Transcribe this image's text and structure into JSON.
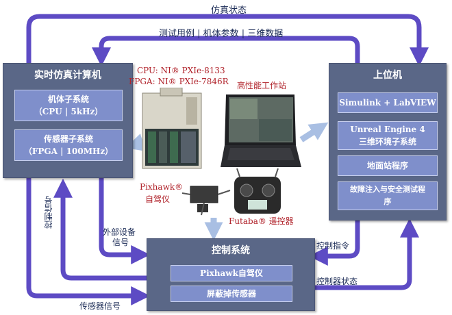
{
  "top_labels": {
    "sim_state": "仿真状态",
    "test_params": "测试用例 | 机体参数 | 三维数据"
  },
  "realtime": {
    "title": "实时仿真计算机",
    "body_sub": [
      "机体子系统",
      "（CPU | 5kHz）"
    ],
    "sensor_sub": [
      "传感器子系统",
      "（FPGA | 100MHz）"
    ]
  },
  "host": {
    "title": "上位机",
    "items": [
      "Simulink + LabVIEW",
      "Unreal Engine 4",
      "三维环境子系统",
      "地面站程序",
      "故障注入与安全测试程",
      "序"
    ]
  },
  "control": {
    "title": "控制系统",
    "items": [
      "Pixhawk自驾仪",
      "屏蔽掉传感器"
    ]
  },
  "hardware": {
    "cpu": "CPU: NI® PXIe-8133",
    "fpga": "FPGA: NI® PXIe-7846R",
    "workstation": "高性能工作站",
    "pixhawk_1": "Pixhawk®",
    "pixhawk_2": "自驾仪",
    "futaba": "Futaba® 遥控器"
  },
  "side_labels": {
    "control_signal": "控制信号",
    "external_1": "外部设备",
    "external_2": "信号",
    "sensor_signal": "传感器信号",
    "control_cmd": "控制指令",
    "controller_state": "控制器状态"
  },
  "colors": {
    "arrow": "#5d4bc4",
    "panel": "#5a6787",
    "sub": "#7f8fcb",
    "label": "#1a2a55",
    "red": "#b0222a"
  }
}
